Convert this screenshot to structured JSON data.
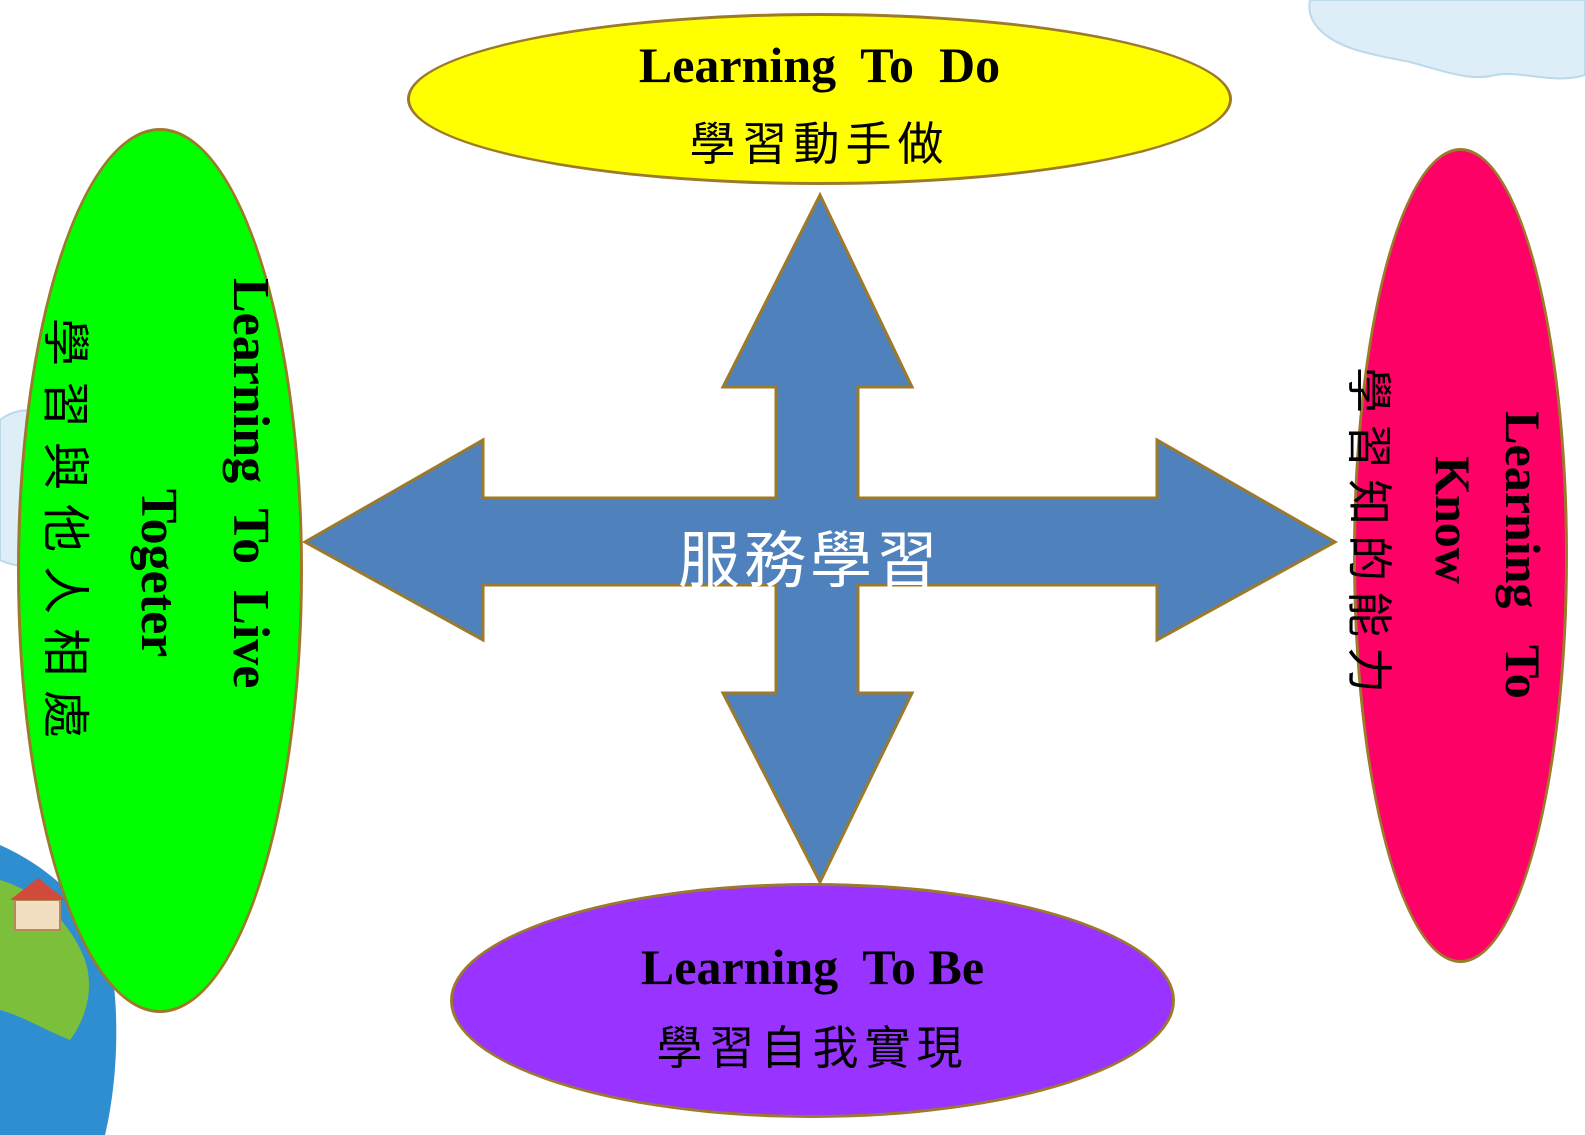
{
  "center": {
    "label": "服務學習"
  },
  "pillars": {
    "top": {
      "en": "Learning  To  Do",
      "zh": "學習動手做",
      "color": "#ffff00"
    },
    "right": {
      "en_line1": "Learning   To",
      "en_line2": "Know",
      "zh": "學習知的能力",
      "color": "#ff0066"
    },
    "bottom": {
      "en": "Learning  To Be",
      "zh": "學習自我實現",
      "color": "#9933ff"
    },
    "left": {
      "en_line1": "Learning  To  Live",
      "en_line2": "Togeter",
      "zh": "學習與他人相處",
      "color": "#00ff00"
    }
  },
  "arrow": {
    "color": "#4f81bd"
  }
}
